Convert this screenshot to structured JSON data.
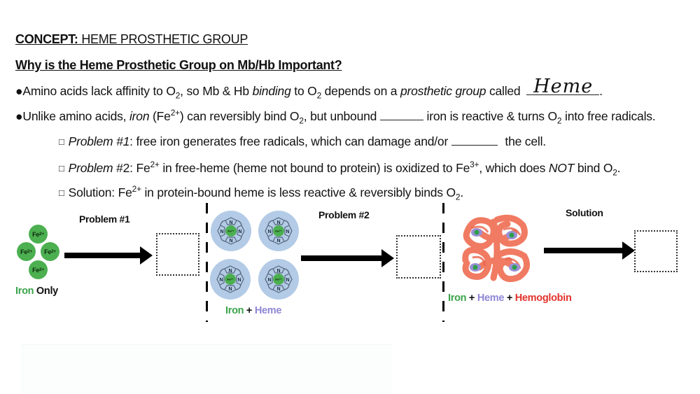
{
  "header": {
    "concept_prefix": "CONCEPT:",
    "concept_title": "HEME PROSTHETIC GROUP",
    "question": "Why is the Heme Prosthetic Group on Mb/Hb Important?"
  },
  "bullets": {
    "b1": {
      "marker": "●",
      "t1": "Amino acids lack affinity to O",
      "s1": "2",
      "t2": ", so Mb & Hb ",
      "i1": "binding",
      "t3": " to O",
      "s2": "2",
      "t4": " depends on a ",
      "i2": "prosthetic group",
      "t5": " called ",
      "answer": "Heme",
      "t6": "."
    },
    "b2": {
      "marker": "●",
      "t1": "Unlike amino acids, ",
      "i1": "iron",
      "t2": " (Fe",
      "sup1": "2+",
      "t3": ") can reversibly bind O",
      "s1": "2",
      "t4": ", but unbound ",
      "t5": " iron is reactive & turns O",
      "s2": "2",
      "t6": " into free radicals."
    }
  },
  "subpoints": {
    "p1": {
      "marker": "□",
      "i1": "Problem",
      "t1": " #1",
      "t2": ": free iron generates free radicals, which can damage and/or ",
      "t3": " the cell."
    },
    "p2": {
      "marker": "□",
      "i1": "Problem",
      "t1": " #2",
      "t2": ": Fe",
      "sup1": "2+",
      "t3": " in free-heme (heme not bound to protein) is oxidized to Fe",
      "sup2": "3+",
      "t4": ", which does ",
      "i2": "NOT",
      "t5": " bind O",
      "s1": "2",
      "t6": "."
    },
    "p3": {
      "marker": "□",
      "t1": "Solution: Fe",
      "sup1": "2+",
      "t2": " in protein-bound heme is less reactive & reversibly binds O",
      "s1": "2",
      "t3": "."
    }
  },
  "diagram": {
    "panel1": {
      "arrow_label": "Problem #1",
      "fe_label": "Fe",
      "fe_charge": "2+",
      "caption_iron": "Iron",
      "caption_rest": " Only"
    },
    "panel2": {
      "arrow_label": "Problem #2",
      "n_label": "N",
      "caption_iron": "Iron",
      "caption_plus": " + ",
      "caption_heme": "Heme"
    },
    "panel3": {
      "arrow_label": "Solution",
      "caption_iron": "Iron",
      "caption_plus1": " + ",
      "caption_heme": "Heme",
      "caption_plus2": " + ",
      "caption_hemoglobin": "Hemoglobin"
    },
    "colors": {
      "iron_green": "#3aa34a",
      "heme_purple": "#8f86d6",
      "hemoglobin_red": "#e2332c",
      "heme_disc_blue": "#b3cbe6",
      "protein_salmon": "#f07b62"
    }
  }
}
